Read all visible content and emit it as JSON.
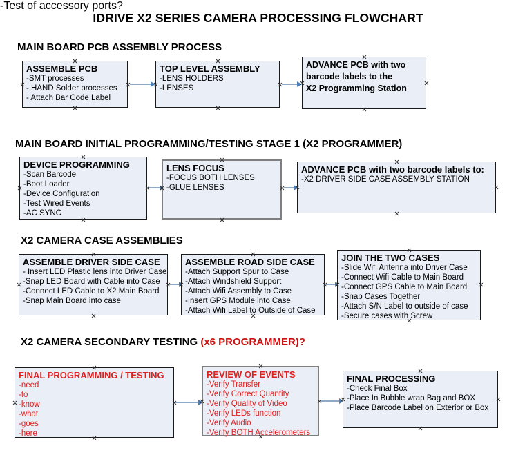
{
  "document": {
    "title": "IDRIVE X2  SERIES CAMERA PROCESSING FLOWCHART",
    "accent_red": "#dd2222",
    "box_fill": "#eaeff7",
    "box_border": "#1a1a1a",
    "arrow_color": "#8fa9c6"
  },
  "sections": [
    {
      "id": "main-board-pcb-assembly",
      "heading": "MAIN BOARD PCB ASSEMBLY PROCESS",
      "heading_note": "",
      "nodes": [
        {
          "id": "assemble-pcb",
          "title": "ASSEMBLE PCB",
          "lines": [
            "-SMT processes",
            "- HAND Solder processes",
            "- Attach Bar Code Label"
          ]
        },
        {
          "id": "top-level-assembly",
          "title": "TOP LEVEL ASSEMBLY",
          "lines": [
            "-LENS HOLDERS",
            "-LENSES"
          ]
        },
        {
          "id": "advance-pcb-to-programming-station",
          "title": "",
          "lines": [
            "ADVANCE PCB with two",
            "barcode labels to the",
            " X2 Programming Station"
          ]
        }
      ]
    },
    {
      "id": "main-board-initial-programming",
      "heading": "MAIN BOARD INITIAL PROGRAMMING/TESTING STAGE 1 (X2 PROGRAMMER)",
      "heading_note": "",
      "nodes": [
        {
          "id": "device-programming",
          "title": "DEVICE PROGRAMMING",
          "lines": [
            "-Scan Barcode",
            "-Boot Loader",
            "-Device Configuration",
            "-Test Wired Events",
            "-AC SYNC"
          ]
        },
        {
          "id": "lens-focus",
          "title": "LENS FOCUS",
          "lines": [
            "-FOCUS BOTH LENSES",
            "-GLUE LENSES"
          ]
        },
        {
          "id": "advance-pcb-to-driver-side-case",
          "title": "ADVANCE PCB with two barcode labels to:",
          "lines": [
            "-X2 DRIVER  SIDE  CASE  ASSEMBLY STATION"
          ]
        }
      ]
    },
    {
      "id": "x2-camera-case-assemblies",
      "heading": "X2 CAMERA CASE ASSEMBLIES",
      "heading_note": "",
      "nodes": [
        {
          "id": "assemble-driver-side-case",
          "title": "ASSEMBLE DRIVER SIDE CASE",
          "lines": [
            "- Insert LED Plastic lens into Driver Case",
            "-Snap LED Board with Cable into Case",
            "-Connect LED Cable to X2 Main Board",
            "-Snap Main Board into case"
          ]
        },
        {
          "id": "assemble-road-side-case",
          "title": "ASSEMBLE ROAD SIDE CASE",
          "lines": [
            "-Attach Support Spur to Case",
            "-Attach Windshield Support",
            "-Attach Wifi Assembly to Case",
            "-Insert GPS Module into Case",
            "-Attach Wifi Label to Outside of Case"
          ]
        },
        {
          "id": "join-the-two-cases",
          "title": "JOIN THE TWO CASES",
          "lines": [
            "-Slide Wifi Antenna into Driver Case",
            "-Connect Wifi Cable to Main Board",
            "-Connect GPS Cable to Main Board",
            "-Snap Cases Together",
            "-Attach S/N Label to outside of case",
            "-Secure cases with Screw"
          ]
        }
      ]
    },
    {
      "id": "x2-camera-secondary-testing",
      "heading": "X2 CAMERA SECONDARY TESTING",
      "heading_note": "(x6 PROGRAMMER)?",
      "nodes": [
        {
          "id": "final-programming-testing",
          "title": "FINAL PROGRAMMING / TESTING",
          "lines": [
            "-need",
            "-to",
            "-know",
            "-what",
            "-goes",
            "-here"
          ]
        },
        {
          "id": "review-of-events",
          "title": "REVIEW OF EVENTS",
          "lines": [
            "-Verify Transfer",
            "-Verify Correct Quantity",
            "-Verify Quality of Video",
            "-Verify LEDs function",
            "-Verify Audio",
            "-Verify BOTH Accelerometers"
          ],
          "overflow_line": "-Test of accessory ports?"
        },
        {
          "id": "final-processing",
          "title": "FINAL PROCESSING",
          "lines": [
            " -Check Final Box",
            "-Place In Bubble wrap Bag and BOX",
            "-Place Barcode Label on Exterior or Box"
          ]
        }
      ]
    }
  ]
}
